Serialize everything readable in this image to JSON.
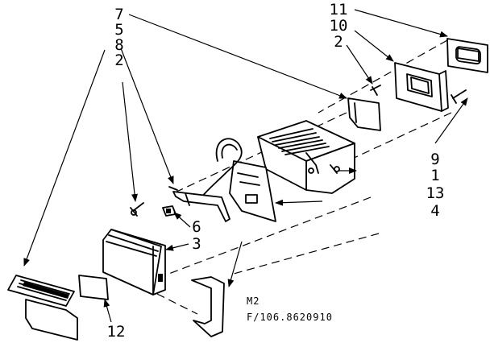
{
  "callouts": {
    "group_left": [
      "7",
      "5",
      "8",
      "2"
    ],
    "group_top_right": [
      "11",
      "10",
      "2"
    ],
    "group_right": [
      "9",
      "1",
      "13",
      "4"
    ],
    "c6": "6",
    "c3": "3",
    "c12": "12"
  },
  "drawing_ref": {
    "line1": "M2",
    "line2": "F/106.8620910"
  }
}
